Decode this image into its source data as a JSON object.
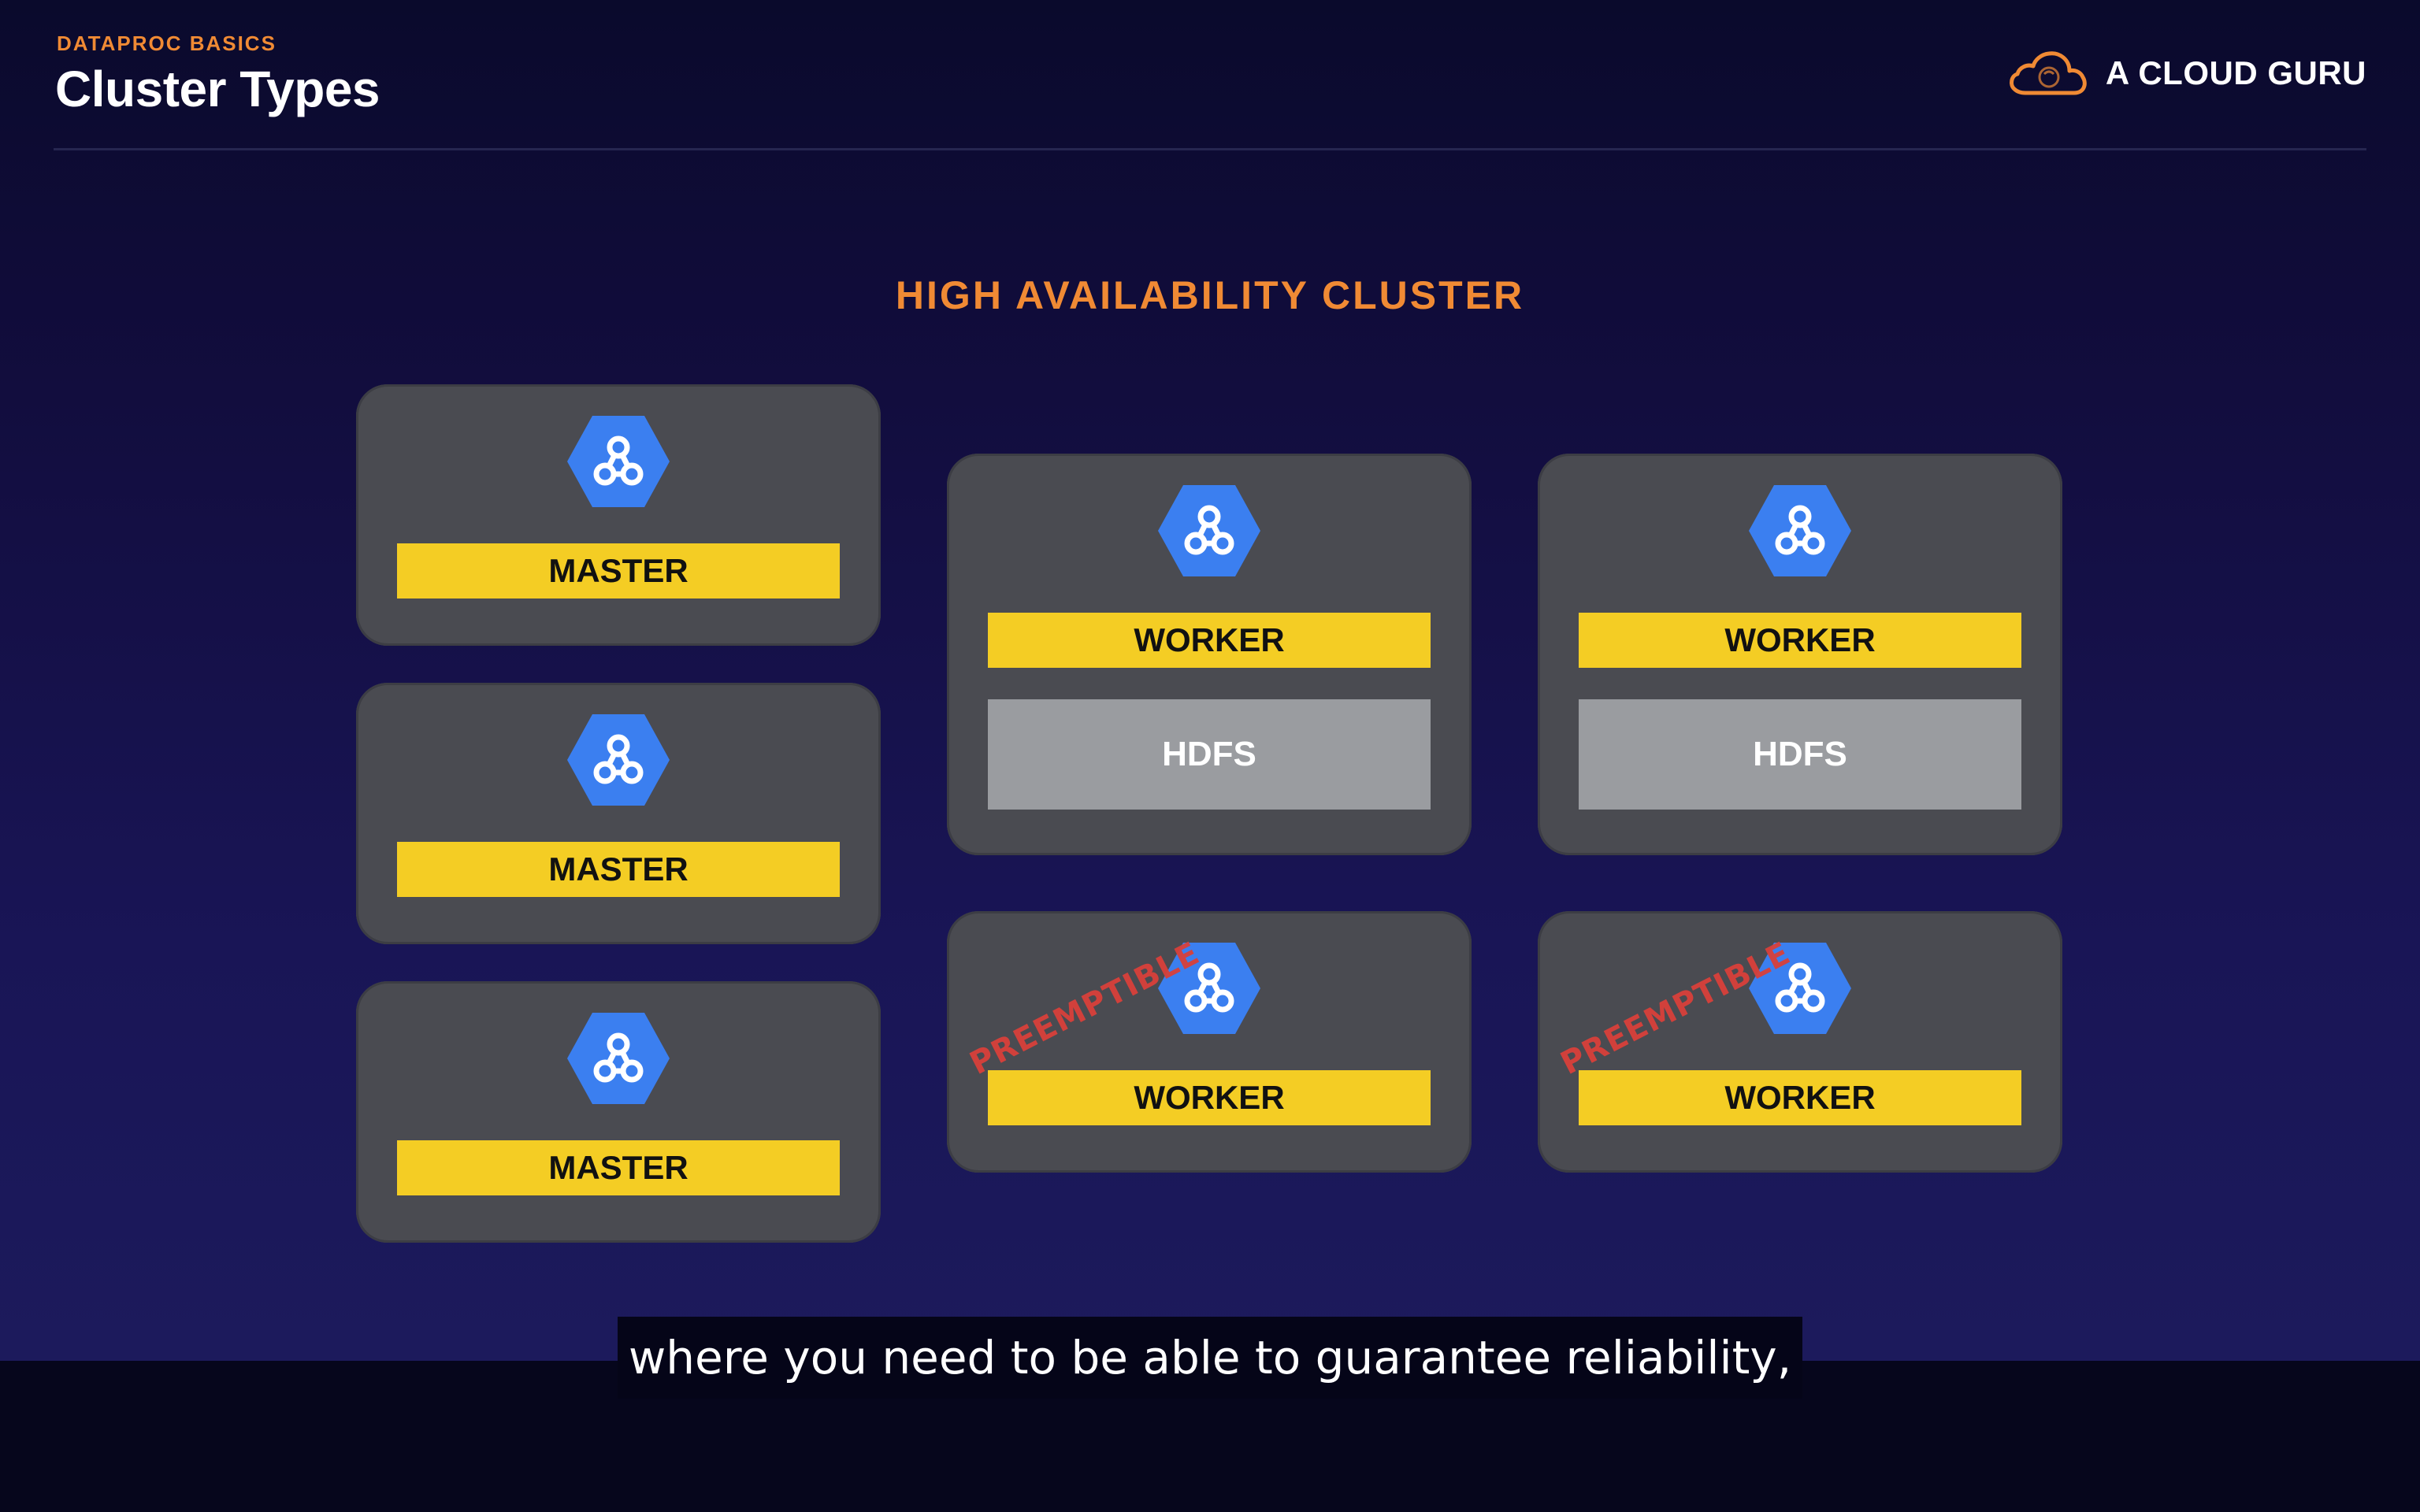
{
  "header": {
    "kicker": "DATAPROC BASICS",
    "title": "Cluster Types",
    "brand": "A CLOUD GURU",
    "brand_icon": "cloud-logo-icon"
  },
  "diagram": {
    "title": "HIGH AVAILABILITY CLUSTER",
    "masters": [
      {
        "label": "MASTER"
      },
      {
        "label": "MASTER"
      },
      {
        "label": "MASTER"
      }
    ],
    "workers": [
      {
        "label": "WORKER",
        "storage": "HDFS"
      },
      {
        "label": "WORKER",
        "storage": "HDFS"
      }
    ],
    "preemptible_workers": [
      {
        "label": "WORKER",
        "stamp": "PREEMPTIBLE"
      },
      {
        "label": "WORKER",
        "stamp": "PREEMPTIBLE"
      }
    ],
    "node_icon": "dataproc-hexagon-icon"
  },
  "caption": {
    "text": "where you need to be able to guarantee reliability,"
  },
  "colors": {
    "accent_orange": "#f08a34",
    "label_yellow": "#f4cd24",
    "card_gray": "#4a4b51",
    "hdfs_gray": "#9a9ca0",
    "icon_blue": "#3b7ff0",
    "stamp_red": "#d9403a",
    "background_navy": "#120d3e"
  }
}
